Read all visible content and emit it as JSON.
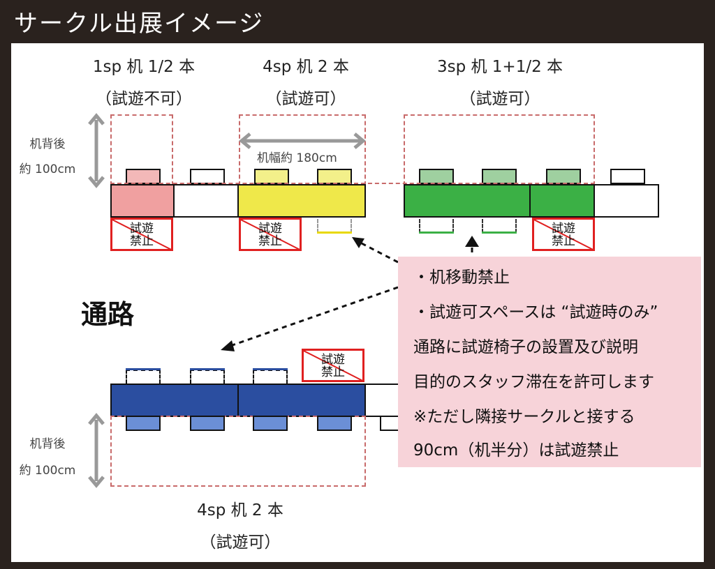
{
  "title": "サークル出展イメージ",
  "top_groups": [
    {
      "header": "1sp 机 1/2 本",
      "note": "（試遊不可）"
    },
    {
      "header": "4sp 机 2 本",
      "note": "（試遊可）"
    },
    {
      "header": "3sp 机 1+1/2 本",
      "note": "（試遊可）"
    }
  ],
  "bottom_group": {
    "header": "4sp 机 2 本",
    "note": "（試遊可）"
  },
  "depth_label": {
    "line1": "机背後",
    "line2": "約 100cm"
  },
  "width_label": "机幅約 180cm",
  "ban_label": {
    "line1": "試遊",
    "line2": "禁止"
  },
  "aisle_label": "通路",
  "notes": [
    "・机移動禁止",
    "・試遊可スペースは “試遊時のみ”",
    "通路に試遊椅子の設置及び説明",
    "目的のスタッフ滞在を許可します",
    "※ただし隣接サークルと接する",
    "90cm（机半分）は試遊禁止"
  ],
  "colors": {
    "header_bg": "#2a221e",
    "red_desk": "#f0a0a0",
    "yellow_desk": "#efe84a",
    "green_desk": "#3bb045",
    "blue_desk": "#2b4ea0",
    "note_bg": "#f7d3d9",
    "ban_red": "#e02020",
    "dash_red": "#c86a6a"
  }
}
